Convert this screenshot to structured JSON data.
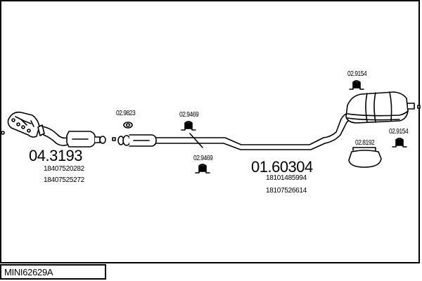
{
  "diagram": {
    "drawing_code": "MINI62629A",
    "parts": [
      {
        "part_number": "04.3193",
        "description_icon": "catalytic-converter",
        "oem_numbers": [
          "18407520282",
          "18407525272"
        ]
      },
      {
        "part_number": "01.60304",
        "description_icon": "rear-muffler-pipe",
        "oem_numbers": [
          "18101485994",
          "18107526614"
        ]
      }
    ],
    "accessories": [
      {
        "part_number": "02.9823",
        "description_icon": "gasket-ring"
      },
      {
        "part_number": "02.9469",
        "description_icon": "rubber-hanger"
      },
      {
        "part_number": "02.9469",
        "description_icon": "rubber-hanger"
      },
      {
        "part_number": "02.9154",
        "description_icon": "rubber-hanger"
      },
      {
        "part_number": "02.9154",
        "description_icon": "rubber-hanger"
      },
      {
        "part_number": "02.8192",
        "description_icon": "clamp"
      }
    ]
  }
}
